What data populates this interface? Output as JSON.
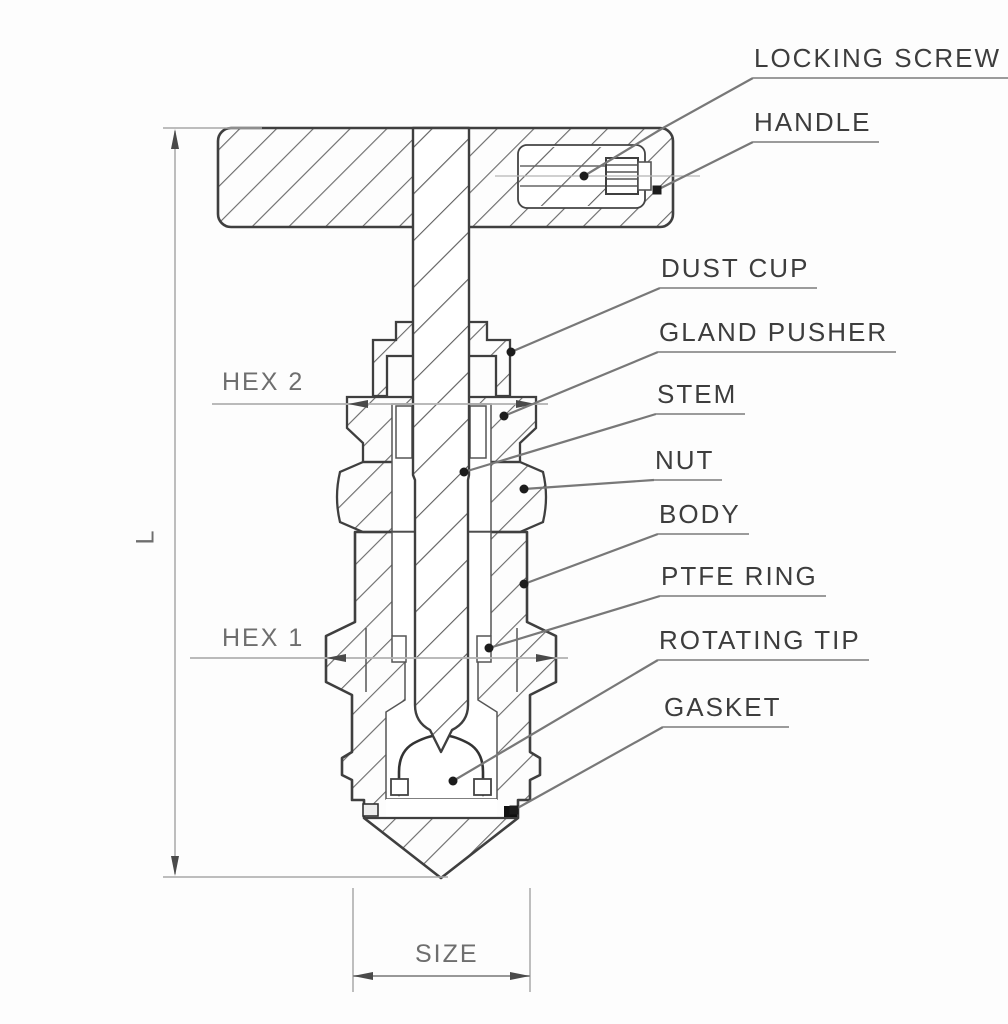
{
  "figure": {
    "kind": "valve cross-section engineering diagram"
  },
  "part_labels": [
    {
      "id": "locking-screw",
      "text": "LOCKING SCREW"
    },
    {
      "id": "handle",
      "text": "HANDLE"
    },
    {
      "id": "dust-cup",
      "text": "DUST CUP"
    },
    {
      "id": "gland-pusher",
      "text": "GLAND PUSHER"
    },
    {
      "id": "stem",
      "text": "STEM"
    },
    {
      "id": "nut",
      "text": "NUT"
    },
    {
      "id": "body",
      "text": "BODY"
    },
    {
      "id": "ptfe-ring",
      "text": "PTFE RING"
    },
    {
      "id": "rotating-tip",
      "text": "ROTATING TIP"
    },
    {
      "id": "gasket",
      "text": "GASKET"
    }
  ],
  "dimension_labels": {
    "length": "L",
    "hex2": "HEX 2",
    "hex1": "HEX 1",
    "size": "SIZE"
  },
  "colors": {
    "outline": "#3f3f3f",
    "hatch": "#6b6b6b",
    "leader": "#787878",
    "dimension_line": "#b3b3b3",
    "arrow": "#4a4a4a",
    "label_text": "#3d3d3d",
    "dim_text": "#6e6e6e",
    "background": "#fdfdfd"
  }
}
